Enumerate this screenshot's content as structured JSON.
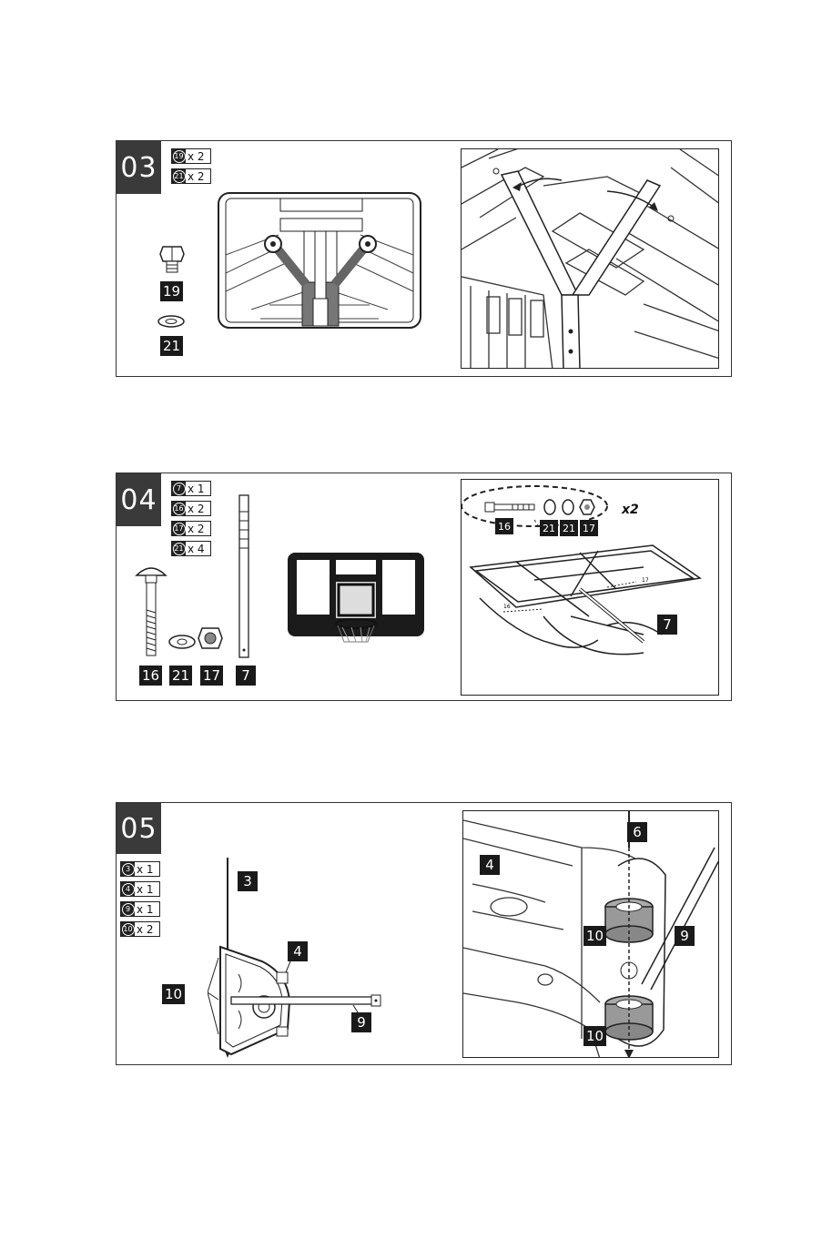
{
  "step03": {
    "number": "03",
    "qty": [
      {
        "part": "19",
        "count": "x 2"
      },
      {
        "part": "21",
        "count": "x 2"
      }
    ],
    "parts": [
      "19",
      "21"
    ]
  },
  "step04": {
    "number": "04",
    "qty": [
      {
        "part": "7",
        "count": "x 1"
      },
      {
        "part": "16",
        "count": "x 2"
      },
      {
        "part": "17",
        "count": "x 2"
      },
      {
        "part": "21",
        "count": "x 4"
      }
    ],
    "parts": [
      "16",
      "21",
      "17",
      "7"
    ],
    "detail": {
      "multiplier": "x2",
      "hw_labels": [
        "16",
        "21",
        "21",
        "17"
      ],
      "pole_label": "7",
      "small_16": "16",
      "small_17": "17"
    }
  },
  "step05": {
    "number": "05",
    "qty": [
      {
        "part": "3",
        "count": "x 1"
      },
      {
        "part": "4",
        "count": "x 1"
      },
      {
        "part": "9",
        "count": "x 1"
      },
      {
        "part": "10",
        "count": "x 2"
      }
    ],
    "left_labels": {
      "pole": "3",
      "base": "4",
      "wheel": "10",
      "axle": "9"
    },
    "right_labels": {
      "pin": "6",
      "base": "4",
      "wheel_top": "10",
      "axle": "9",
      "wheel_bottom": "10"
    }
  }
}
